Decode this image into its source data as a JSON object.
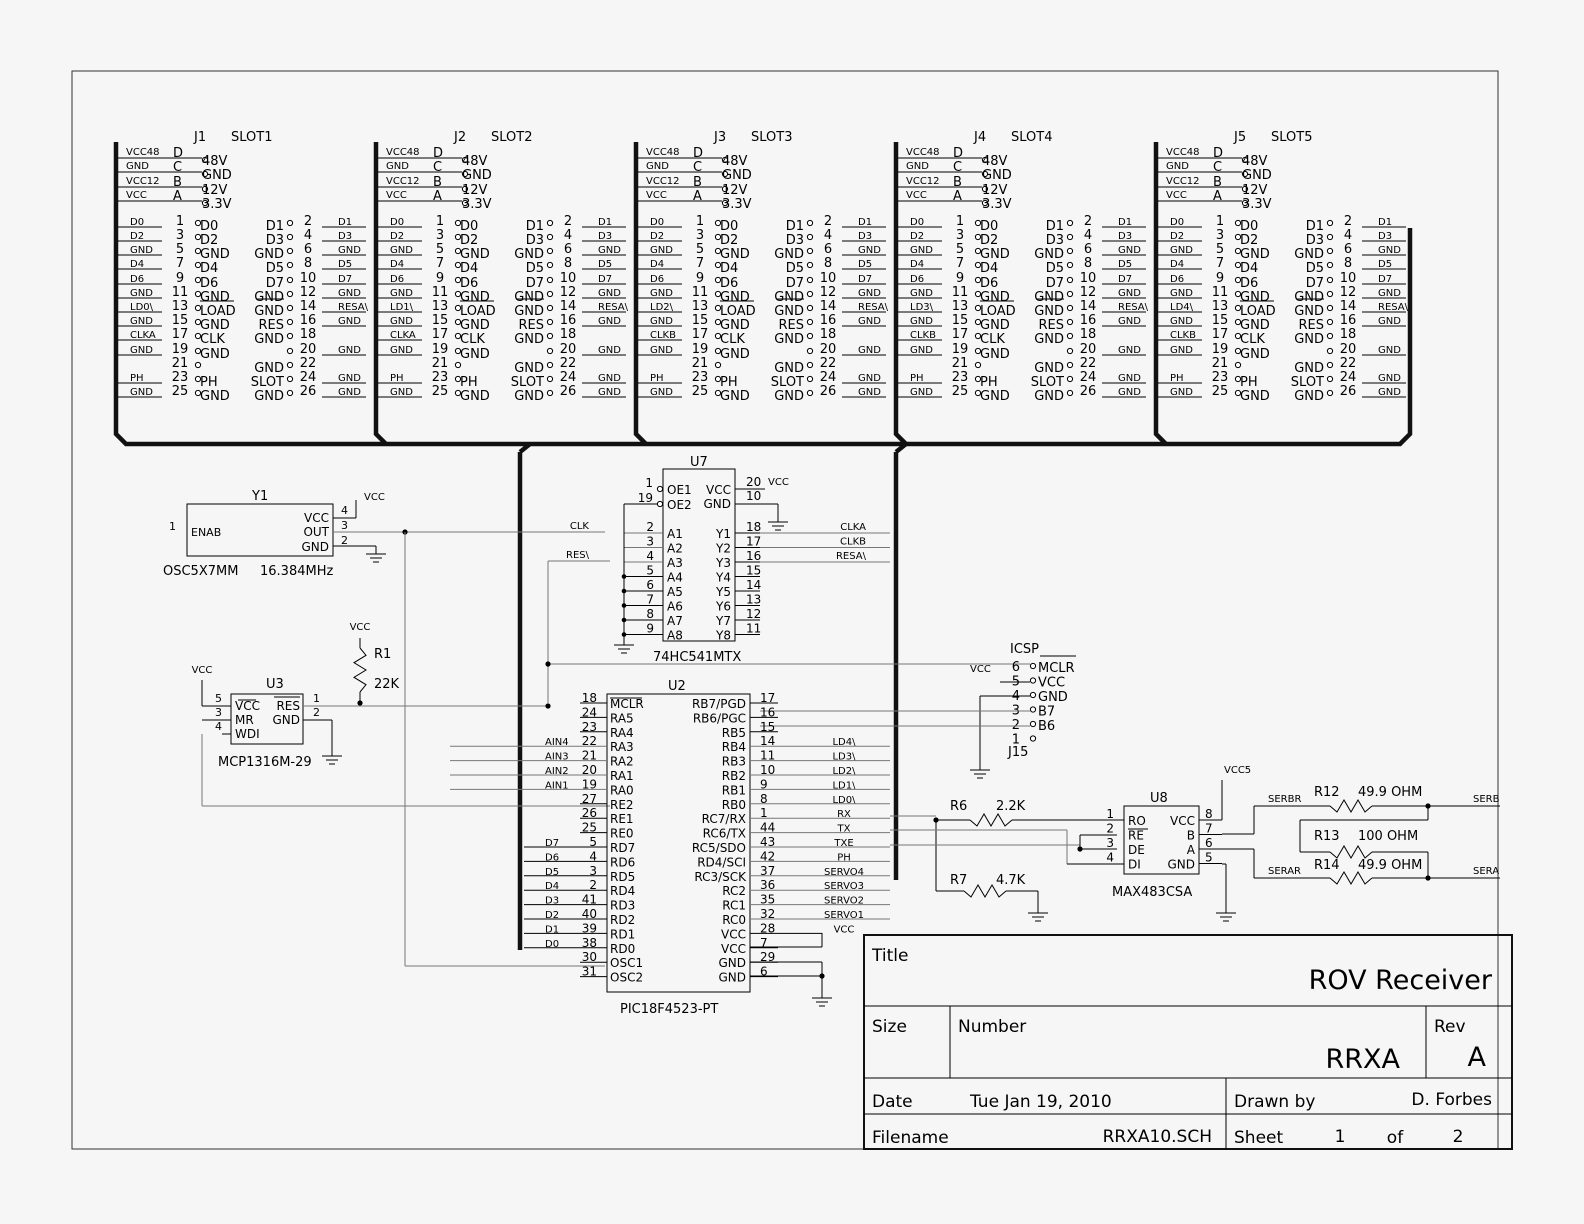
{
  "title_block": {
    "title_label": "Title",
    "title_value": "ROV Receiver",
    "size_label": "Size",
    "number_label": "Number",
    "number_value": "RRXA",
    "rev_label": "Rev",
    "rev_value": "A",
    "date_label": "Date",
    "date_value": "Tue Jan 19, 2010",
    "drawn_label": "Drawn by",
    "drawn_value": "D. Forbes",
    "filename_label": "Filename",
    "filename_value": "RRXA10.SCH",
    "sheet_label": "Sheet",
    "sheet_value": "1",
    "of_label": "of",
    "of_value": "2"
  },
  "slots": [
    {
      "ref": "J1",
      "name": "SLOT1",
      "ld": "LD0\\",
      "clk": "CLKA"
    },
    {
      "ref": "J2",
      "name": "SLOT2",
      "ld": "LD1\\",
      "clk": "CLKA"
    },
    {
      "ref": "J3",
      "name": "SLOT3",
      "ld": "LD2\\",
      "clk": "CLKB"
    },
    {
      "ref": "J4",
      "name": "SLOT4",
      "ld": "LD3\\",
      "clk": "CLKB"
    },
    {
      "ref": "J5",
      "name": "SLOT5",
      "ld": "LD4\\",
      "clk": "CLKB"
    }
  ],
  "slot_top": [
    {
      "net": "VCC48",
      "pin": "D",
      "label": "48V"
    },
    {
      "net": "GND",
      "pin": "C",
      "label": "GND"
    },
    {
      "net": "VCC12",
      "pin": "B",
      "label": "12V"
    },
    {
      "net": "VCC",
      "pin": "A",
      "label": "3.3V"
    }
  ],
  "slot_left": [
    {
      "net": "D0",
      "pin": "1",
      "label": "D0"
    },
    {
      "net": "D2",
      "pin": "3",
      "label": "D2"
    },
    {
      "net": "GND",
      "pin": "5",
      "label": "GND"
    },
    {
      "net": "D4",
      "pin": "7",
      "label": "D4"
    },
    {
      "net": "D6",
      "pin": "9",
      "label": "D6"
    },
    {
      "net": "GND",
      "pin": "11",
      "label": "GND"
    },
    {
      "net": "",
      "pin": "13",
      "label": "LOAD"
    },
    {
      "net": "GND",
      "pin": "15",
      "label": "GND"
    },
    {
      "net": "",
      "pin": "17",
      "label": "CLK"
    },
    {
      "net": "GND",
      "pin": "19",
      "label": "GND"
    },
    {
      "net": "",
      "pin": "21",
      "label": ""
    },
    {
      "net": "PH",
      "pin": "23",
      "label": "PH"
    },
    {
      "net": "GND",
      "pin": "25",
      "label": "GND"
    }
  ],
  "slot_right": [
    {
      "label": "D1",
      "pin": "2",
      "net": "D1"
    },
    {
      "label": "D3",
      "pin": "4",
      "net": "D3"
    },
    {
      "label": "GND",
      "pin": "6",
      "net": "GND"
    },
    {
      "label": "D5",
      "pin": "8",
      "net": "D5"
    },
    {
      "label": "D7",
      "pin": "10",
      "net": "D7"
    },
    {
      "label": "GND",
      "pin": "12",
      "net": "GND"
    },
    {
      "label": "GND",
      "pin": "14",
      "net": "RESA\\"
    },
    {
      "label": "RES",
      "pin": "16",
      "net": "GND"
    },
    {
      "label": "GND",
      "pin": "18",
      "net": ""
    },
    {
      "label": "",
      "pin": "20",
      "net": "GND"
    },
    {
      "label": "GND",
      "pin": "22",
      "net": ""
    },
    {
      "label": "SLOT",
      "pin": "24",
      "net": "GND"
    },
    {
      "label": "GND",
      "pin": "26",
      "net": "GND"
    }
  ],
  "y1": {
    "ref": "Y1",
    "pin1": "1",
    "enab": "ENAB",
    "vcc": "VCC",
    "out": "OUT",
    "gnd": "GND",
    "p4": "4",
    "p3": "3",
    "p2": "2",
    "part": "OSC5X7MM",
    "value": "16.384MHz",
    "vcc_net": "VCC"
  },
  "u7": {
    "ref": "U7",
    "part": "74HC541MTX",
    "oe": [
      {
        "pin": "1",
        "label": "OE1"
      },
      {
        "pin": "19",
        "label": "OE2"
      }
    ],
    "a": [
      {
        "pin": "2",
        "label": "A1"
      },
      {
        "pin": "3",
        "label": "A2"
      },
      {
        "pin": "4",
        "label": "A3"
      },
      {
        "pin": "5",
        "label": "A4"
      },
      {
        "pin": "6",
        "label": "A5"
      },
      {
        "pin": "7",
        "label": "A6"
      },
      {
        "pin": "8",
        "label": "A7"
      },
      {
        "pin": "9",
        "label": "A8"
      }
    ],
    "y": [
      {
        "pin": "18",
        "label": "Y1"
      },
      {
        "pin": "17",
        "label": "Y2"
      },
      {
        "pin": "16",
        "label": "Y3"
      },
      {
        "pin": "15",
        "label": "Y4"
      },
      {
        "pin": "14",
        "label": "Y5"
      },
      {
        "pin": "13",
        "label": "Y6"
      },
      {
        "pin": "12",
        "label": "Y7"
      },
      {
        "pin": "11",
        "label": "Y8"
      }
    ],
    "vcc": "VCC",
    "vcc_pin": "20",
    "vcc_net": "VCC",
    "gnd": "GND",
    "gnd_pin": "10",
    "in_nets": {
      "clk": "CLK",
      "res": "RES\\"
    },
    "out_nets": [
      "CLKA",
      "CLKB",
      "RESA\\"
    ]
  },
  "r1": {
    "ref": "R1",
    "value": "22K",
    "vcc": "VCC"
  },
  "u3": {
    "ref": "U3",
    "part": "MCP1316M-29",
    "vcc": "VCC",
    "mr": "MR",
    "wdi": "WDI",
    "res": "RES",
    "gnd": "GND",
    "p5": "5",
    "p3": "3",
    "p4": "4",
    "p1": "1",
    "p2": "2",
    "vcc_net": "VCC"
  },
  "icsp": {
    "ref": "ICSP",
    "ref2": "J15",
    "vcc_net": "VCC",
    "pins": [
      {
        "pin": "6",
        "label": "MCLR"
      },
      {
        "pin": "5",
        "label": "VCC"
      },
      {
        "pin": "4",
        "label": "GND"
      },
      {
        "pin": "3",
        "label": "B7"
      },
      {
        "pin": "2",
        "label": "B6"
      },
      {
        "pin": "1",
        "label": ""
      }
    ]
  },
  "u2": {
    "ref": "U2",
    "part": "PIC18F4523-PT",
    "left": [
      {
        "net": "",
        "pin": "18",
        "label": "MCLR"
      },
      {
        "net": "",
        "pin": "24",
        "label": "RA5"
      },
      {
        "net": "",
        "pin": "23",
        "label": "RA4"
      },
      {
        "net": "AIN4",
        "pin": "22",
        "label": "RA3"
      },
      {
        "net": "AIN3",
        "pin": "21",
        "label": "RA2"
      },
      {
        "net": "AIN2",
        "pin": "20",
        "label": "RA1"
      },
      {
        "net": "AIN1",
        "pin": "19",
        "label": "RA0"
      },
      {
        "net": "",
        "pin": "27",
        "label": "RE2"
      },
      {
        "net": "",
        "pin": "26",
        "label": "RE1"
      },
      {
        "net": "",
        "pin": "25",
        "label": "RE0"
      },
      {
        "net": "D7",
        "pin": "5",
        "label": "RD7"
      },
      {
        "net": "D6",
        "pin": "4",
        "label": "RD6"
      },
      {
        "net": "D5",
        "pin": "3",
        "label": "RD5"
      },
      {
        "net": "D4",
        "pin": "2",
        "label": "RD4"
      },
      {
        "net": "D3",
        "pin": "41",
        "label": "RD3"
      },
      {
        "net": "D2",
        "pin": "40",
        "label": "RD2"
      },
      {
        "net": "D1",
        "pin": "39",
        "label": "RD1"
      },
      {
        "net": "D0",
        "pin": "38",
        "label": "RD0"
      },
      {
        "net": "",
        "pin": "30",
        "label": "OSC1"
      },
      {
        "net": "",
        "pin": "31",
        "label": "OSC2"
      }
    ],
    "right": [
      {
        "label": "RB7/PGD",
        "pin": "17",
        "net": ""
      },
      {
        "label": "RB6/PGC",
        "pin": "16",
        "net": ""
      },
      {
        "label": "RB5",
        "pin": "15",
        "net": ""
      },
      {
        "label": "RB4",
        "pin": "14",
        "net": "LD4\\"
      },
      {
        "label": "RB3",
        "pin": "11",
        "net": "LD3\\"
      },
      {
        "label": "RB2",
        "pin": "10",
        "net": "LD2\\"
      },
      {
        "label": "RB1",
        "pin": "9",
        "net": "LD1\\"
      },
      {
        "label": "RB0",
        "pin": "8",
        "net": "LD0\\"
      },
      {
        "label": "RC7/RX",
        "pin": "1",
        "net": "RX"
      },
      {
        "label": "RC6/TX",
        "pin": "44",
        "net": "TX"
      },
      {
        "label": "RC5/SDO",
        "pin": "43",
        "net": "TXE"
      },
      {
        "label": "RD4/SCI",
        "pin": "42",
        "net": "PH"
      },
      {
        "label": "RC3/SCK",
        "pin": "37",
        "net": "SERVO4"
      },
      {
        "label": "RC2",
        "pin": "36",
        "net": "SERVO3"
      },
      {
        "label": "RC1",
        "pin": "35",
        "net": "SERVO2"
      },
      {
        "label": "RC0",
        "pin": "32",
        "net": "SERVO1"
      },
      {
        "label": "VCC",
        "pin": "28",
        "net": "VCC"
      },
      {
        "label": "VCC",
        "pin": "7",
        "net": ""
      },
      {
        "label": "GND",
        "pin": "29",
        "net": ""
      },
      {
        "label": "GND",
        "pin": "6",
        "net": ""
      }
    ]
  },
  "r6": {
    "ref": "R6",
    "value": "2.2K"
  },
  "r7": {
    "ref": "R7",
    "value": "4.7K"
  },
  "u8": {
    "ref": "U8",
    "part": "MAX483CSA",
    "vcc5": "VCC5",
    "left": [
      {
        "pin": "1",
        "label": "RO"
      },
      {
        "pin": "2",
        "label": "RE"
      },
      {
        "pin": "3",
        "label": "DE"
      },
      {
        "pin": "4",
        "label": "DI"
      }
    ],
    "right": [
      {
        "label": "VCC",
        "pin": "8"
      },
      {
        "label": "B",
        "pin": "7"
      },
      {
        "label": "A",
        "pin": "6"
      },
      {
        "label": "GND",
        "pin": "5"
      }
    ]
  },
  "r12": {
    "ref": "R12",
    "value": "49.9 OHM"
  },
  "r13": {
    "ref": "R13",
    "value": "100 OHM"
  },
  "r14": {
    "ref": "R14",
    "value": "49.9 OHM"
  },
  "serial_nets": {
    "serbr": "SERBR",
    "serb": "SERB",
    "serar": "SERAR",
    "sera": "SERA"
  }
}
